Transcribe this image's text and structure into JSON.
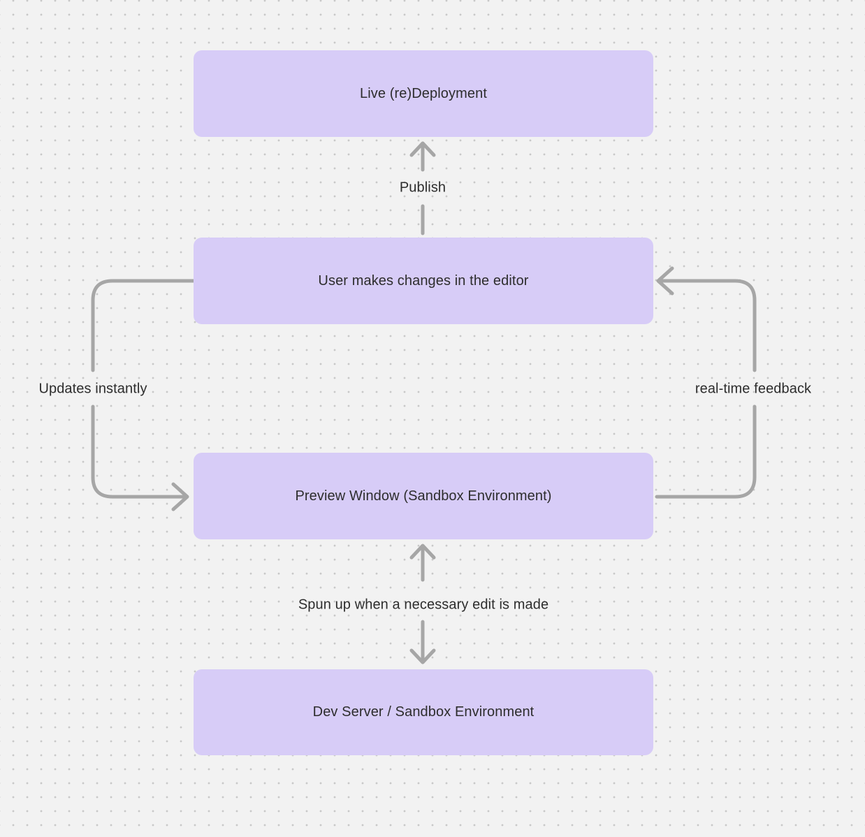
{
  "diagram": {
    "colors": {
      "background": "#f2f2f2",
      "dot": "#c8c8c8",
      "node_fill": "#d7ccf7",
      "arrow": "#a6a6a6",
      "text": "#2d2d2d"
    },
    "nodes": [
      {
        "id": "live-deployment",
        "label": "Live (re)Deployment"
      },
      {
        "id": "editor-changes",
        "label": "User makes changes in the editor"
      },
      {
        "id": "preview-window",
        "label": "Preview Window (Sandbox Environment)"
      },
      {
        "id": "dev-server",
        "label": "Dev Server / Sandbox Environment"
      }
    ],
    "edges": [
      {
        "id": "publish",
        "label": "Publish",
        "from": "editor-changes",
        "to": "live-deployment"
      },
      {
        "id": "updates-instantly",
        "label": "Updates instantly",
        "from": "editor-changes",
        "to": "preview-window"
      },
      {
        "id": "real-time-feedback",
        "label": "real-time feedback",
        "from": "preview-window",
        "to": "editor-changes"
      },
      {
        "id": "spun-up",
        "label": "Spun up when a necessary edit is made",
        "from": "dev-server",
        "to": "preview-window",
        "bidirectional": true
      }
    ]
  }
}
